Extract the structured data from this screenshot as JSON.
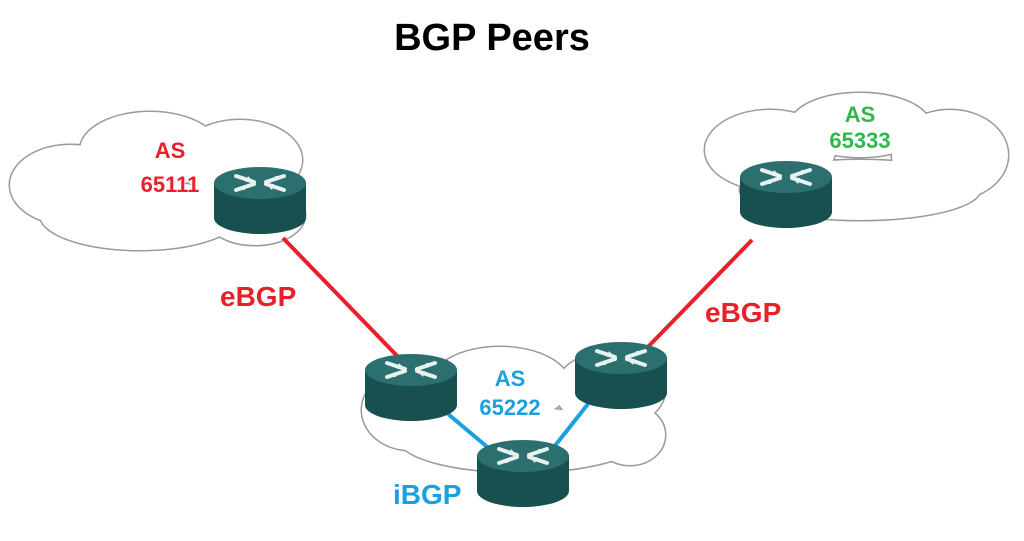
{
  "title": "BGP Peers",
  "colors": {
    "ebgp": "#e8202a",
    "ibgp": "#1aa0e0",
    "as65333": "#2eb84a",
    "router": "#1d5c5c"
  },
  "as_left": {
    "label": "AS",
    "number": "65111"
  },
  "as_right": {
    "label": "AS",
    "number": "65333"
  },
  "as_center": {
    "label": "AS",
    "number": "65222"
  },
  "links": {
    "ebgp_left": "eBGP",
    "ebgp_right": "eBGP",
    "ibgp": "iBGP"
  }
}
